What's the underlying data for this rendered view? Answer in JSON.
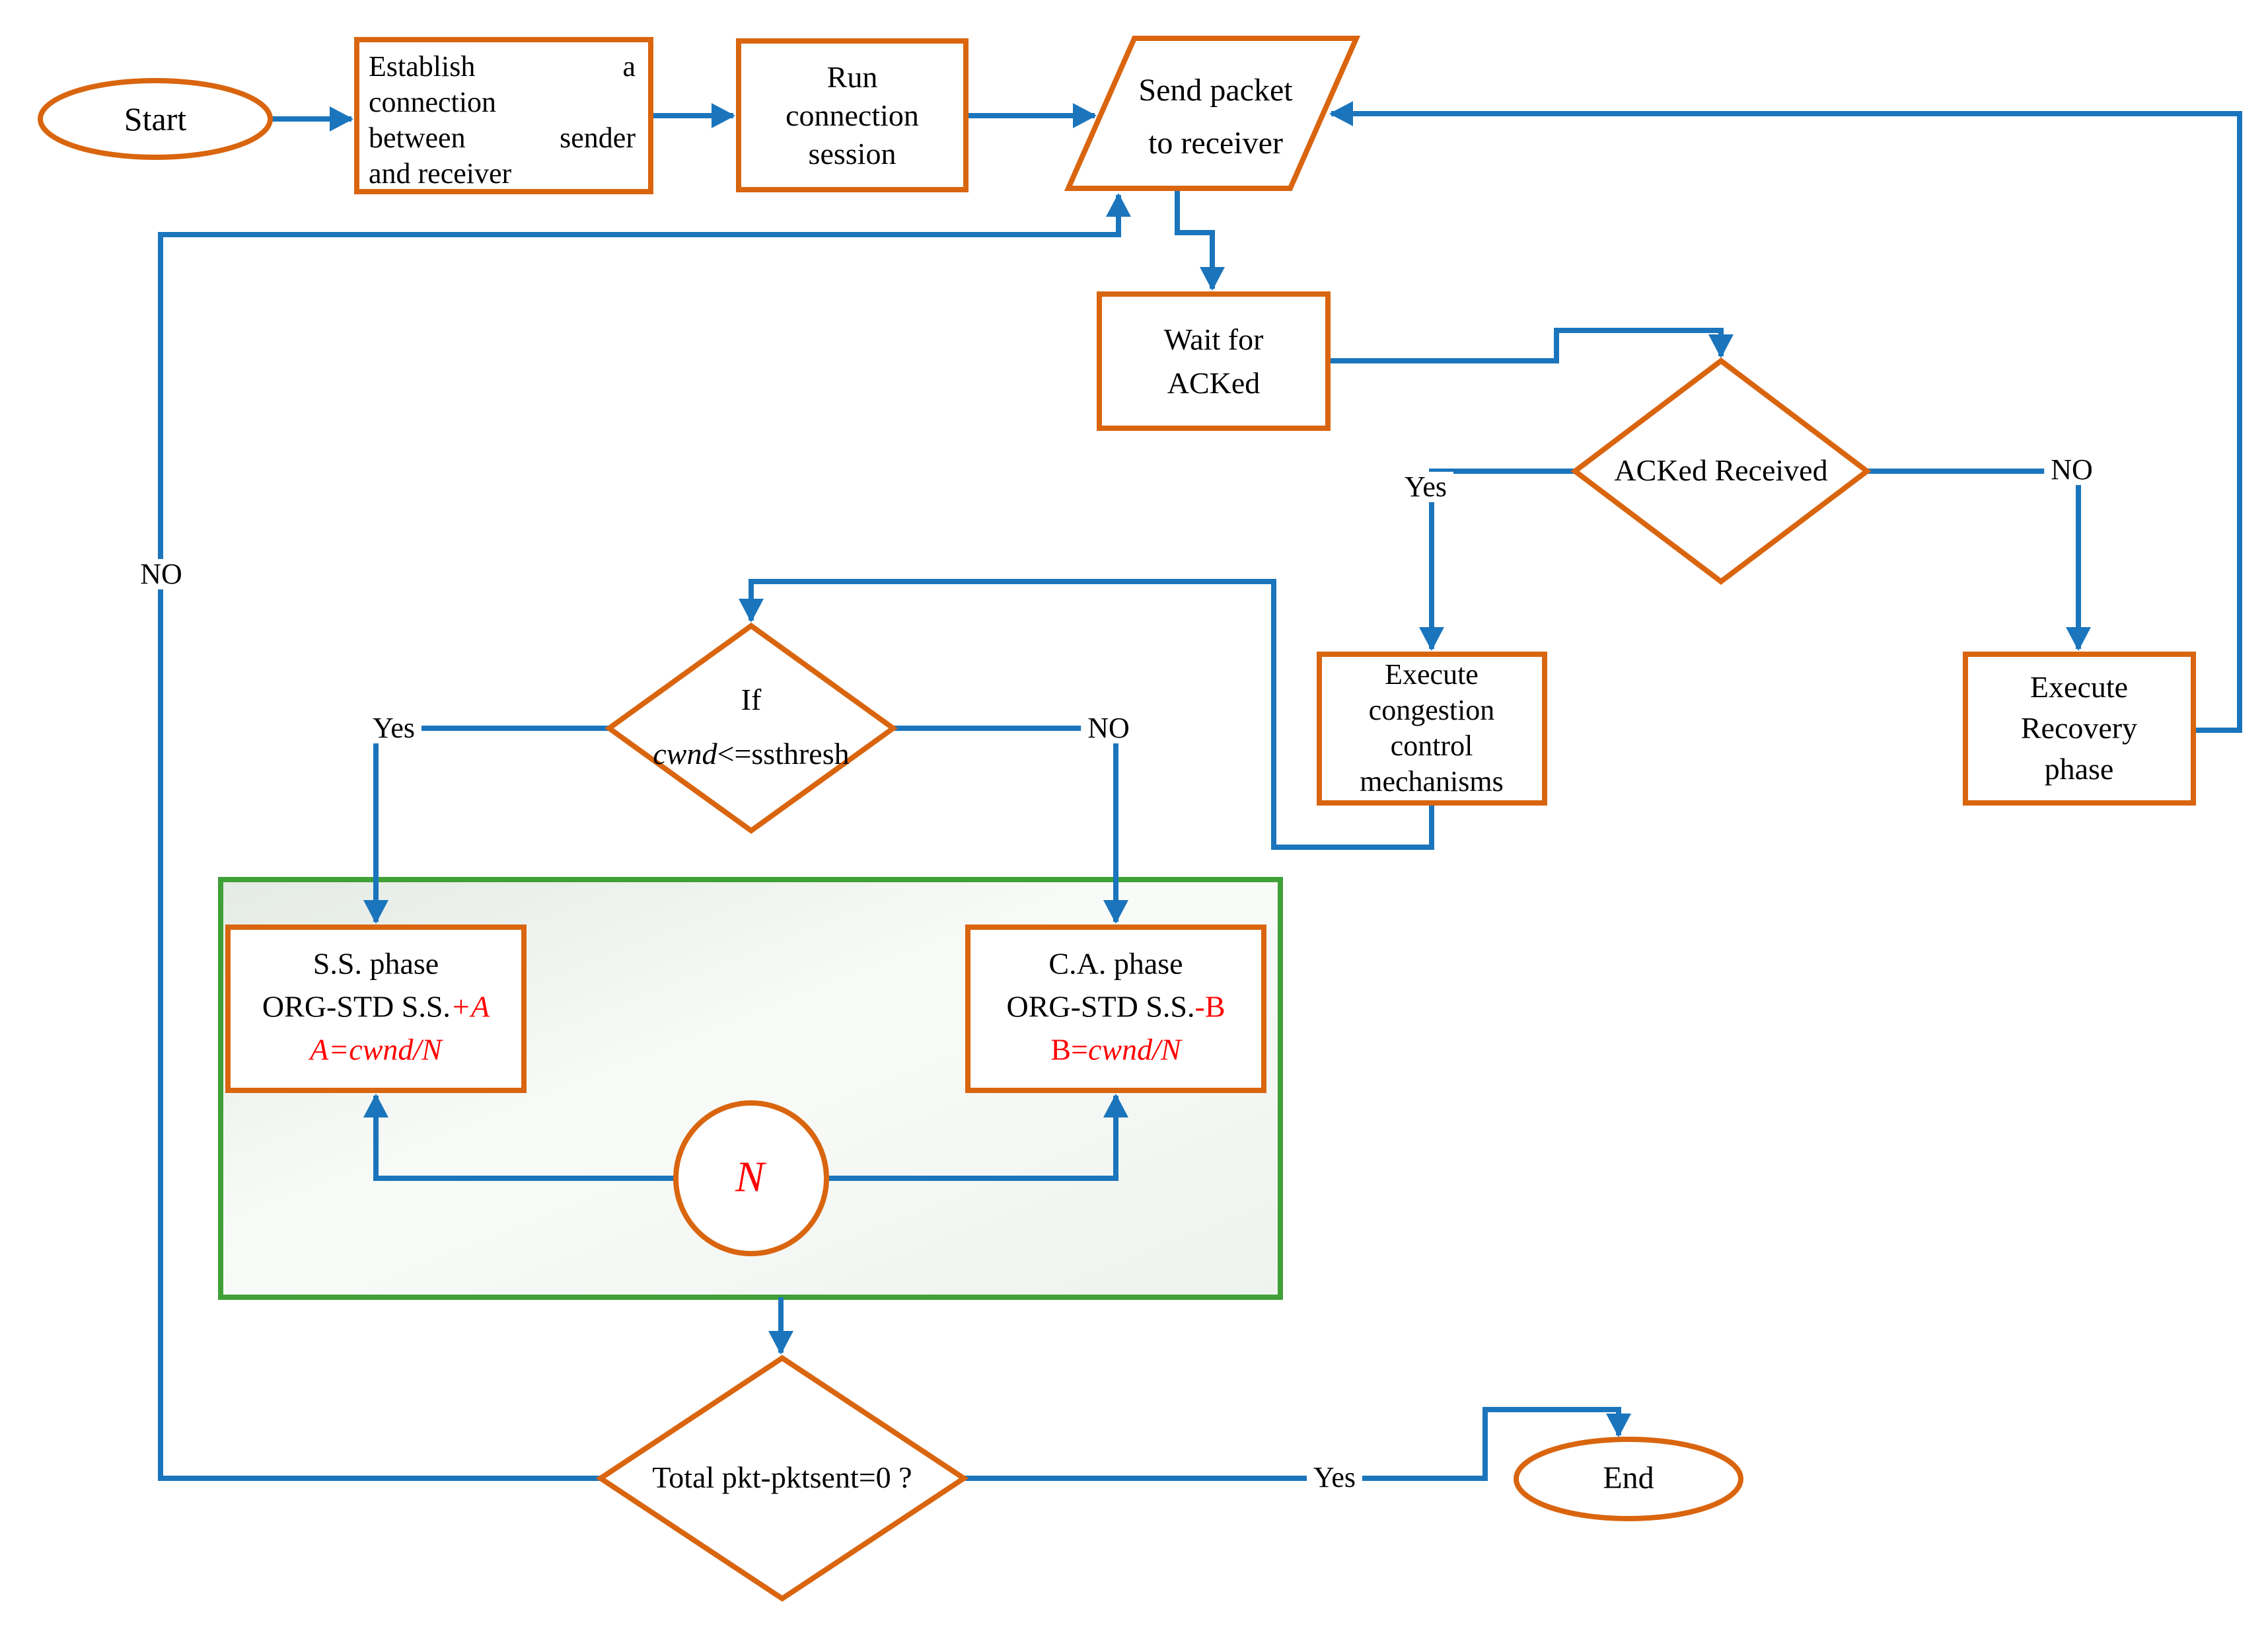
{
  "colors": {
    "shape_stroke": "#D9650F",
    "flow_line": "#1B75BC",
    "group_stroke": "#3FA037",
    "accent_red": "#FF0000",
    "text": "#000000"
  },
  "nodes": {
    "start": {
      "label": "Start"
    },
    "establish": {
      "line1_left": "Establish",
      "line1_right": "a",
      "line2": "connection",
      "line3_left": "between",
      "line3_right": "sender",
      "line4": "and receiver"
    },
    "run": {
      "line1": "Run",
      "line2": "connection",
      "line3": "session"
    },
    "send_packet": {
      "line1": "Send packet",
      "line2": "to receiver"
    },
    "wait_ack": {
      "line1": "Wait for",
      "line2": "ACKed"
    },
    "acked_received": {
      "label": "ACKed Received"
    },
    "congestion": {
      "line1": "Execute",
      "line2": "congestion",
      "line3": "control",
      "line4": "mechanisms"
    },
    "recovery": {
      "line1": "Execute",
      "line2": "Recovery",
      "line3": "phase"
    },
    "if_cwnd": {
      "line1": "If",
      "line2_italic": "cwnd",
      "line2_rest": "<=ssthresh"
    },
    "ss_phase": {
      "line1": "S.S. phase",
      "line2_black": "ORG-STD S.S.",
      "line2_red": "+A",
      "line3_red": "A=cwnd/N"
    },
    "ca_phase": {
      "line1": "C.A. phase",
      "line2_black": "ORG-STD S.S.",
      "line2_red": "-B",
      "line3_red_upright": "B=",
      "line3_red_italic": "cwnd/N"
    },
    "n_node": {
      "label": "N"
    },
    "total_check": {
      "label": "Total pkt-pktsent=0 ?"
    },
    "end": {
      "label": "End"
    }
  },
  "edge_labels": {
    "acked_yes": "Yes",
    "acked_no": "NO",
    "if_yes": "Yes",
    "if_no": "NO",
    "total_yes": "Yes",
    "total_no": "NO"
  }
}
